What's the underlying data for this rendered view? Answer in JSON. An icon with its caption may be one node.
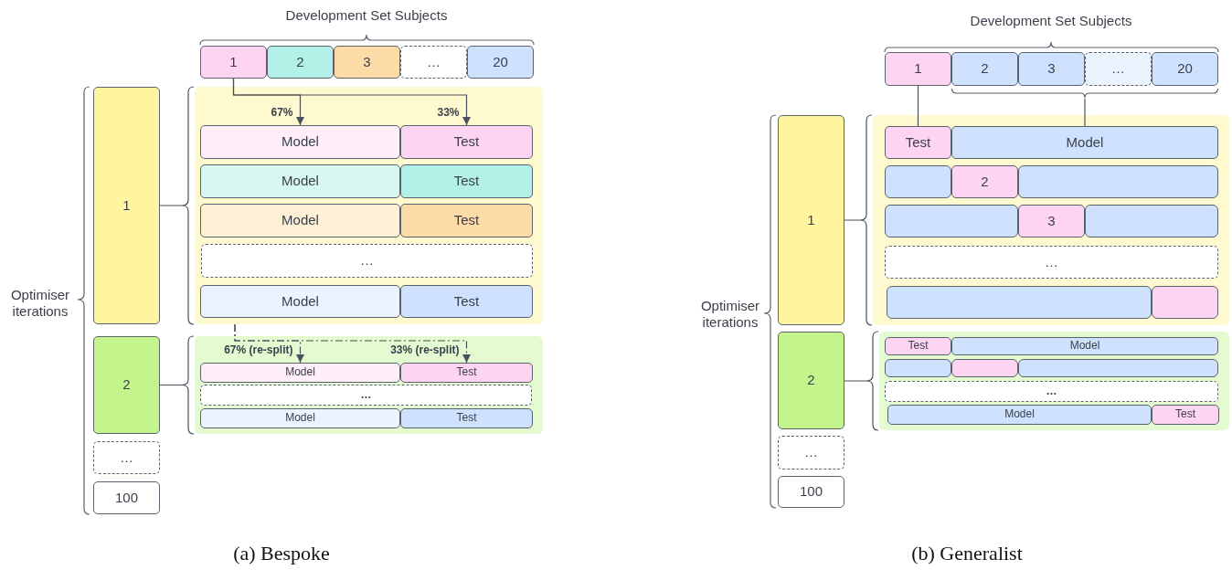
{
  "diagram": {
    "nodes": [
      {
        "text": [
          "1"
        ]
      },
      {
        "text": [
          "2"
        ]
      },
      {
        "text": [
          "3"
        ]
      },
      {
        "text": [
          "…"
        ]
      },
      {
        "text": [
          "20"
        ]
      },
      {
        "text": [
          "1"
        ]
      },
      {
        "text": [
          "2"
        ]
      },
      {
        "text": [
          "…"
        ]
      },
      {
        "text": [
          "100"
        ]
      },
      {
        "text": [],
        "shape": "box"
      },
      {
        "text": [
          "Model"
        ],
        "in": 9
      },
      {
        "text": [
          "Test"
        ],
        "in": 9
      },
      {
        "text": [
          "Model"
        ],
        "in": 9
      },
      {
        "text": [
          "Test"
        ],
        "in": 9
      },
      {
        "text": [
          "Model"
        ],
        "in": 9
      },
      {
        "text": [
          "Test"
        ],
        "in": 9
      },
      {
        "text": [
          "…"
        ],
        "in": 9
      },
      {
        "text": [
          "Model"
        ],
        "in": 9
      },
      {
        "text": [
          "Test"
        ],
        "in": 9
      },
      {
        "text": [],
        "shape": "box"
      },
      {
        "text": [
          "Model"
        ],
        "in": 19
      },
      {
        "text": [
          "Test"
        ],
        "in": 19
      },
      {
        "text": [
          "…"
        ],
        "in": 19
      },
      {
        "text": [
          "Model"
        ],
        "in": 19
      },
      {
        "text": [
          "Test"
        ],
        "in": 19
      },
      {
        "text": [
          "1"
        ]
      },
      {
        "text": [
          "2"
        ]
      },
      {
        "text": [
          "3"
        ]
      },
      {
        "text": [
          "…"
        ]
      },
      {
        "text": [
          "20"
        ]
      },
      {
        "text": [
          "1"
        ]
      },
      {
        "text": [
          "2"
        ]
      },
      {
        "text": [
          "…"
        ]
      },
      {
        "text": [
          "100"
        ]
      },
      {
        "text": [],
        "shape": "box"
      },
      {
        "text": [
          "Test"
        ],
        "in": 34
      },
      {
        "text": [
          "Model"
        ],
        "in": 34
      },
      {
        "text": [],
        "shape": "box",
        "in": 34
      },
      {
        "text": [
          "2"
        ],
        "in": 34
      },
      {
        "text": [],
        "shape": "box",
        "in": 34
      },
      {
        "text": [],
        "shape": "box",
        "in": 34
      },
      {
        "text": [
          "3"
        ],
        "in": 34
      },
      {
        "text": [],
        "shape": "box",
        "in": 34
      },
      {
        "text": [
          "…"
        ],
        "in": 34
      },
      {
        "text": [],
        "shape": "box",
        "in": 34
      },
      {
        "text": [],
        "shape": "box",
        "in": 34
      },
      {
        "text": [],
        "shape": "box"
      },
      {
        "text": [
          "Test"
        ],
        "in": 46
      },
      {
        "text": [
          "Model"
        ],
        "in": 46
      },
      {
        "text": [],
        "shape": "box",
        "in": 46
      },
      {
        "text": [],
        "shape": "box",
        "in": 46
      },
      {
        "text": [],
        "shape": "box",
        "in": 46
      },
      {
        "text": [
          "…"
        ],
        "in": 46
      },
      {
        "text": [
          "Model"
        ],
        "in": 46
      },
      {
        "text": [
          "Test"
        ],
        "in": 46
      },
      {
        "text": [],
        "shape": "brace"
      }
    ],
    "edges": [
      {
        "from": 0,
        "to": 10,
        "arrow": "to",
        "label": "67%"
      },
      {
        "from": 0,
        "to": 11,
        "arrow": "to",
        "label": "33%"
      },
      {
        "from": 9,
        "to": 20,
        "arrow": "to",
        "label": "67% (re-split)",
        "style": "dashed"
      },
      {
        "from": 9,
        "to": 21,
        "arrow": "to",
        "label": "33% (re-split)",
        "style": "dashed"
      },
      {
        "from": 5,
        "to": 9,
        "arrow": "none"
      },
      {
        "from": 6,
        "to": 19,
        "arrow": "none"
      },
      {
        "from": 25,
        "to": 35,
        "arrow": "none"
      },
      {
        "from": 55,
        "to": 36,
        "arrow": "none"
      },
      {
        "from": 30,
        "to": 34,
        "arrow": "none"
      },
      {
        "from": 31,
        "to": 46,
        "arrow": "none"
      }
    ],
    "labels": [
      "Development Set Subjects",
      "Optimiser iterations",
      "(a) Bespoke",
      "Development Set Subjects",
      "Optimiser iterations",
      "(b) Generalist"
    ]
  }
}
